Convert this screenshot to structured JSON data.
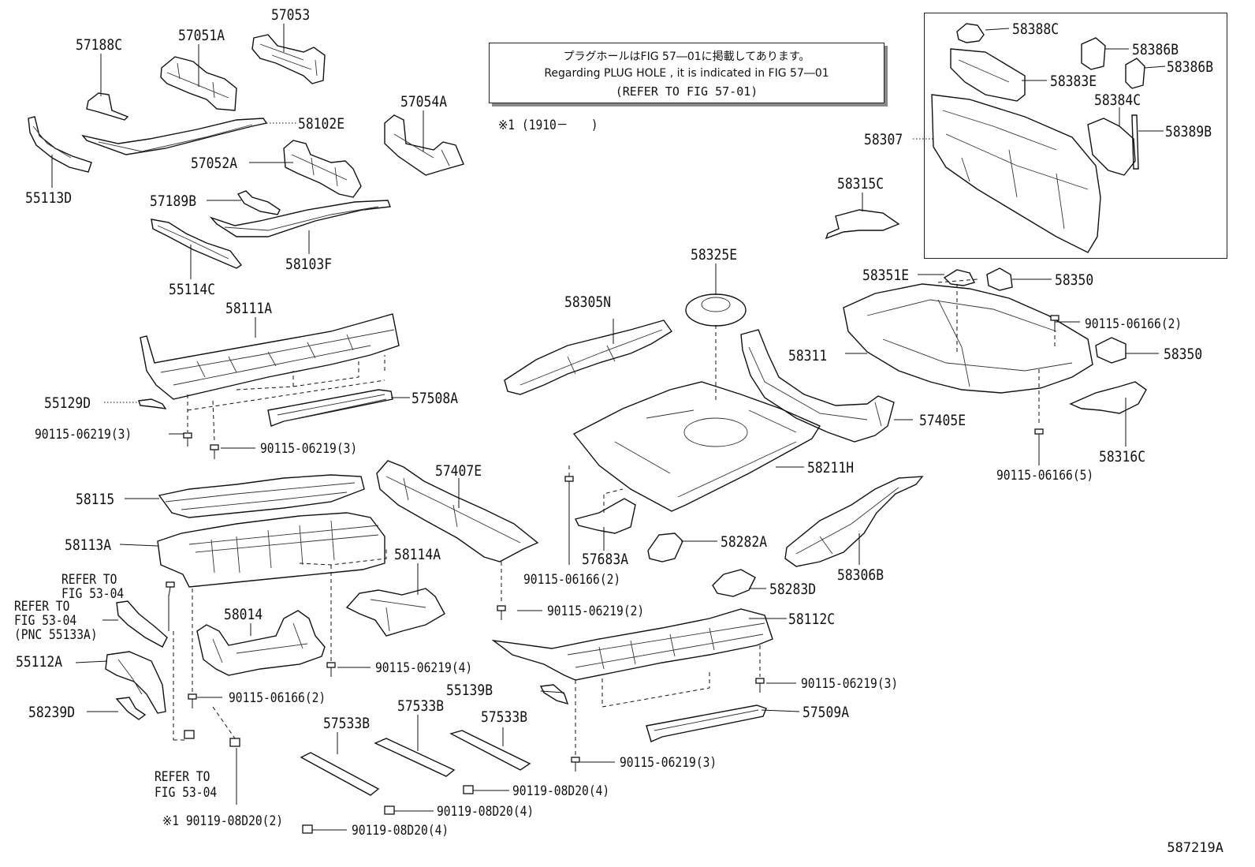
{
  "note": {
    "line_jp": "プラグホールはFIG 57―01に掲載してあります。",
    "line_en": "Regarding  PLUG  HOLE , it is indicated in FIG  57―01",
    "line_ref": "(REFER TO FIG 57-01)"
  },
  "footnote": "※1 (1910－　　)",
  "illustration_id": "587219A",
  "labels": {
    "l57053": "57053",
    "l57188C": "57188C",
    "l57051A": "57051A",
    "l58102E": "58102E",
    "l57054A": "57054A",
    "l57052A": "57052A",
    "l55113D": "55113D",
    "l57189B": "57189B",
    "l58103F": "58103F",
    "l55114C": "55114C",
    "l58111A": "58111A",
    "l55129D": "55129D",
    "l57508A": "57508A",
    "l90115_06219_3a": "90115-06219(3)",
    "l90115_06219_3b": "90115-06219(3)",
    "l58115": "58115",
    "l57407E": "57407E",
    "l58113A": "58113A",
    "l58114A": "58114A",
    "l58014": "58014",
    "refer1_a": "REFER TO",
    "refer1_b": "FIG 53-04",
    "refer2_a": "REFER TO",
    "refer2_b": "FIG 53-04",
    "refer2_c": "(PNC 55133A)",
    "l55112A": "55112A",
    "l58239D": "58239D",
    "l90115_06166_2a": "90115-06166(2)",
    "l90115_06219_4": "90115-06219(4)",
    "refer3_a": "REFER TO",
    "refer3_b": "FIG 53-04",
    "l90119_08D20_2": "※1 90119-08D20(2)",
    "l57533B_a": "57533B",
    "l57533B_b": "57533B",
    "l57533B_c": "57533B",
    "l90119_08D20_4a": "90119-08D20(4)",
    "l90119_08D20_4b": "90119-08D20(4)",
    "l90119_08D20_4c": "90119-08D20(4)",
    "l58305N": "58305N",
    "l58325E": "58325E",
    "l58211H": "58211H",
    "l57405E": "57405E",
    "l57683A": "57683A",
    "l58282A": "58282A",
    "l90115_06166_2b": "90115-06166(2)",
    "l90115_06219_2": "90115-06219(2)",
    "l58283D": "58283D",
    "l58112C": "58112C",
    "l55139B": "55139B",
    "l90115_06219_3c": "90115-06219(3)",
    "l57509A": "57509A",
    "l90115_06219_3d": "90115-06219(3)",
    "l58306B": "58306B",
    "l58388C": "58388C",
    "l58386B_a": "58386B",
    "l58386B_b": "58386B",
    "l58383E": "58383E",
    "l58384C": "58384C",
    "l58307": "58307",
    "l58389B": "58389B",
    "l58315C": "58315C",
    "l58351E": "58351E",
    "l58350_a": "58350",
    "l58350_b": "58350",
    "l90115_06166_2c": "90115-06166(2)",
    "l58311": "58311",
    "l58316C": "58316C",
    "l90115_06166_5": "90115-06166(5)"
  }
}
